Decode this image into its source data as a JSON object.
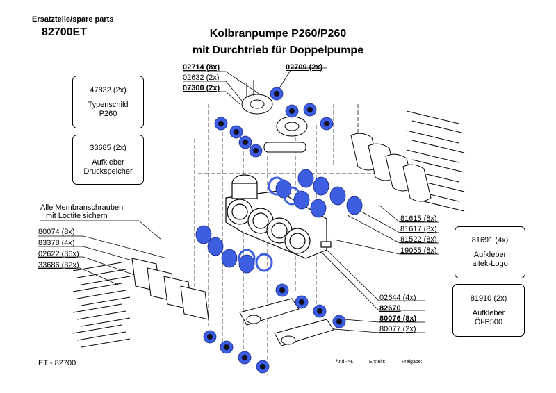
{
  "header": {
    "spare_parts": "Ersatzteile/spare parts",
    "article": "82700ET"
  },
  "title": {
    "line1": "Kolbranpumpe P260/P260",
    "line2": "mit Durchtrieb für Doppelpumpe"
  },
  "boxes": [
    {
      "code": "47832 (2x)",
      "line1": "Typenschild",
      "line2": "P260"
    },
    {
      "code": "33685 (2x)",
      "line1": "Aufkleber",
      "line2": "Druckspeicher"
    },
    {
      "code": "81691 (4x)",
      "line1": "Aufkleber",
      "line2": "altek-Logo"
    },
    {
      "code": "81910 (2x)",
      "line1": "Aufkleber",
      "line2": "Öl-P500"
    }
  ],
  "top_labels": [
    "02714 (8x)",
    "02632 (2x)",
    "07300 (2x)",
    "02709 (2x)"
  ],
  "note": {
    "line1": "Alle Membranschrauben",
    "line2": "mit Loctite sichern"
  },
  "left_labels": [
    "80074 (8x)",
    "83378 (4x)",
    "02622 (36x)",
    "33686 (32x)"
  ],
  "right_labels": [
    "81615 (8x)",
    "81617 (8x)",
    "81522 (8x)",
    "19055 (8x)"
  ],
  "bottom_labels": [
    "02644 (4x)",
    "82670",
    "80076 (8x)",
    "80077 (2x)"
  ],
  "footer": {
    "et": "ET - 82700",
    "aend": "Änd.-Nr.:",
    "erstellt": "Erstellt:",
    "freigabe": "Freigabe:"
  },
  "colors": {
    "highlight": "#3d5ee0",
    "line": "#000000"
  }
}
